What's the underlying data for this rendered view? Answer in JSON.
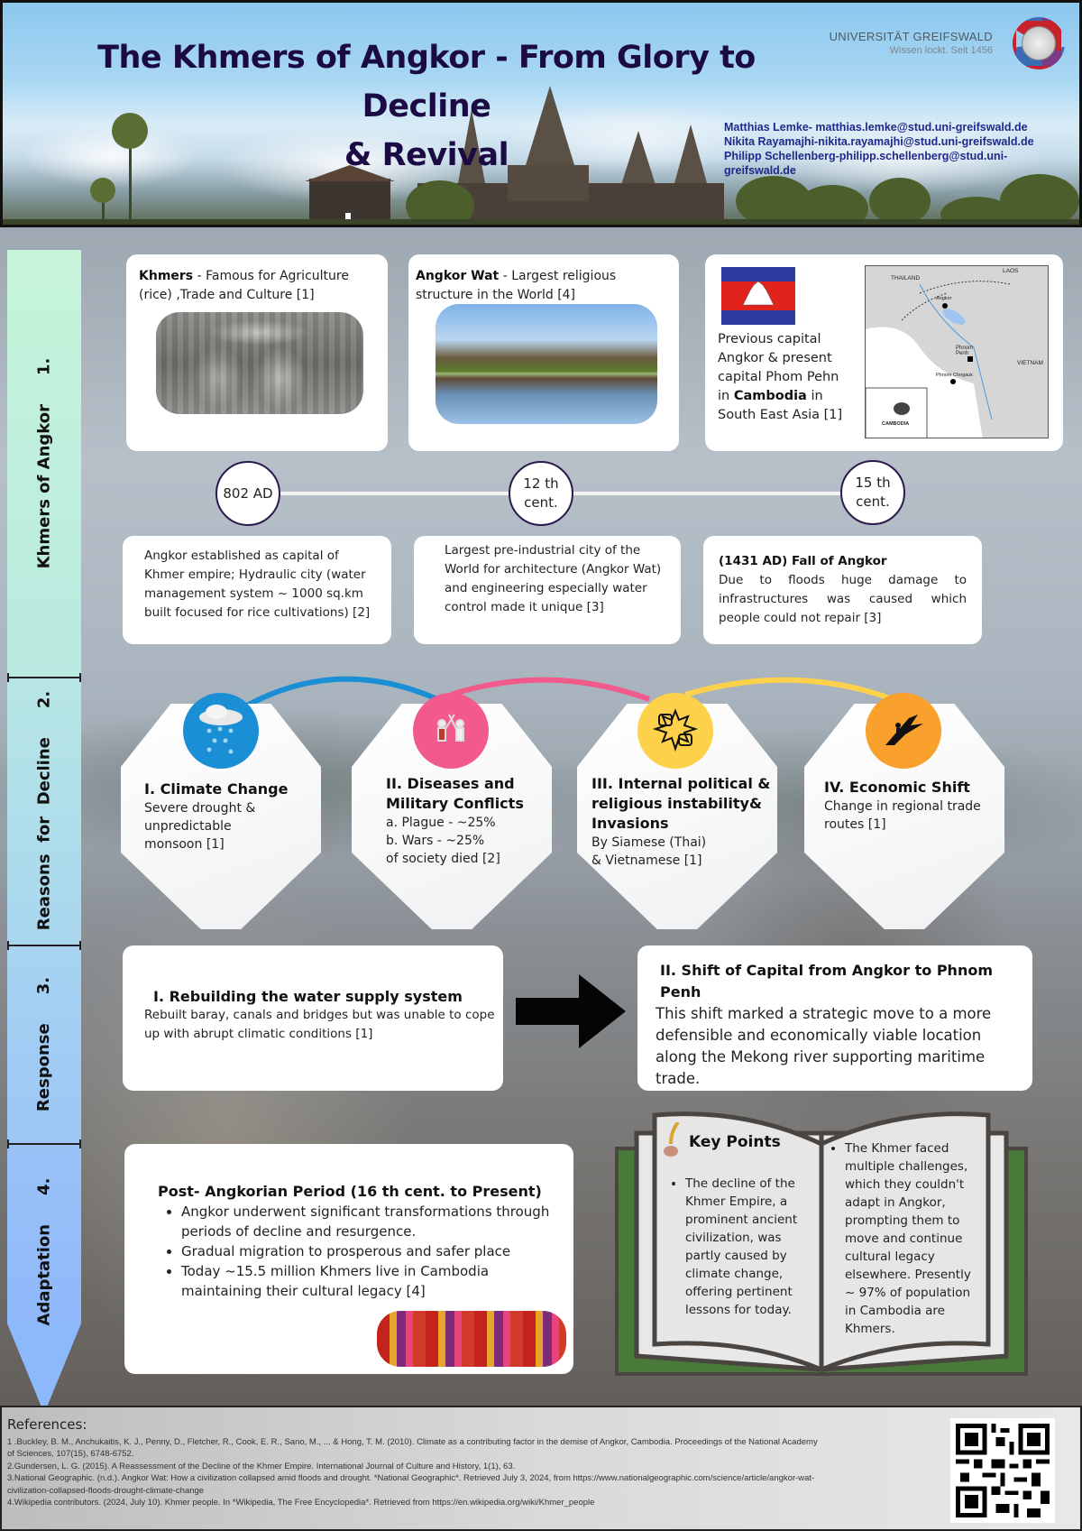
{
  "header": {
    "title_line1": "The Khmers of Angkor - From Glory to Decline",
    "title_line2": "&  Revival",
    "university": "UNIVERSITÄT GREIFSWALD",
    "motto": "Wissen lockt. Seit 1456",
    "authors": [
      "Matthias Lemke- matthias.lemke@stud.uni-greifswald.de",
      "Nikita Rayamajhi-nikita.rayamajhi@stud.uni-greifswald.de",
      "Philipp Schellenberg-philipp.schellenberg@stud.uni-greifswald.de"
    ]
  },
  "sidebar": {
    "sections": [
      {
        "num": "1.",
        "label": "Khmers of Angkor"
      },
      {
        "num": "2.",
        "label": "Reasons  for  Decline"
      },
      {
        "num": "3.",
        "label": "Response"
      },
      {
        "num": "4.",
        "label": "Adaptation"
      }
    ]
  },
  "section1": {
    "cards": [
      {
        "bold": "Khmers",
        "text": " - Famous for Agriculture (rice) ,Trade and Culture [1]"
      },
      {
        "bold": "Angkor Wat",
        "text": " - Largest religious structure in the World  [4]"
      },
      {
        "pre": "Previous capital Angkor & present capital Phom Pehn in ",
        "bold": "Cambodia",
        "post": " in South East Asia [1]"
      }
    ],
    "map_labels": {
      "thailand": "THAILAND",
      "laos": "LAOS",
      "vietnam": "VIETNAM",
      "cambodia": "CAMBODIA",
      "angkor": "Angkor",
      "phnom_penh": "Phnom Penh",
      "phnom_chngauk": "Phnom Chngauk"
    },
    "timeline": [
      {
        "label": "802 AD",
        "text": "Angkor established as capital of Khmer empire; Hydraulic city (water management system  ~ 1000 sq.km built  focused for rice cultivations) [2]"
      },
      {
        "label": "12 th cent.",
        "text": "Largest pre-industrial city of the World for architecture (Angkor Wat) and engineering especially water control made it unique [3]"
      },
      {
        "label": "15 th cent.",
        "heading": "(1431 AD)  Fall of Angkor",
        "text": "Due to floods huge  damage to infrastructures was caused which people could not repair [3]"
      }
    ]
  },
  "section2": {
    "colors": [
      "#1a8fd6",
      "#f25a8c",
      "#fdd14a",
      "#f9a12c"
    ],
    "reasons": [
      {
        "icon": "rain-cloud-icon",
        "title": "I. Climate Change",
        "lines": [
          "Severe drought &",
          "unpredictable",
          "monsoon [1]"
        ]
      },
      {
        "icon": "knights-fighting-icon",
        "title": "II. Diseases and Military Conflicts",
        "lines": [
          "a. Plague - ~25%",
          "b. Wars - ~25%",
          "of society died [2]"
        ]
      },
      {
        "icon": "fists-clash-icon",
        "title": "III. Internal political & religious instability& Invasions",
        "lines": [
          "By Siamese (Thai)",
          "& Vietnamese  [1]"
        ]
      },
      {
        "icon": "path-shift-icon",
        "title": "IV. Economic Shift",
        "lines": [
          "Change in  regional trade routes [1]"
        ]
      }
    ]
  },
  "section3": {
    "left": {
      "title": "I. Rebuilding the water supply system",
      "text": "Rebuilt baray, canals and bridges  but was unable to cope up with abrupt climatic conditions [1]"
    },
    "right": {
      "title": "II. Shift of Capital from Angkor to Phnom Penh",
      "text": "This shift marked a strategic move to a more defensible and economically viable location along the Mekong river supporting maritime trade."
    }
  },
  "section4": {
    "title": "Post- Angkorian Period (16 th cent. to Present)",
    "bullets": [
      "Angkor underwent significant transformations through periods of decline and resurgence.",
      "Gradual migration to prosperous  and safer place",
      "Today ~15.5 million Khmers live in Cambodia maintaining their cultural legacy [4]"
    ]
  },
  "key_points": {
    "title": "Key Points",
    "left": "The decline of the Khmer Empire, a prominent ancient civilization, was partly caused by climate change, offering pertinent lessons for today.",
    "right": "The Khmer faced multiple challenges, which they couldn't adapt in Angkor, prompting them to move and continue cultural legacy elsewhere. Presently ~ 97% of population in Cambodia  are Khmers."
  },
  "references": {
    "title": "References:",
    "items": [
      "1 .Buckley, B. M., Anchukaitis, K. J., Penny, D., Fletcher, R., Cook, E. R., Sano, M., ... & Hong, T. M. (2010). Climate as a contributing factor in the demise of Angkor, Cambodia. Proceedings of the National Academy of Sciences, 107(15), 6748-6752.",
      "2.Gundersen, L. G. (2015). A Reassessment of the Decline of the Khmer Empire. International Journal of Culture and History, 1(1), 63.",
      "3.National Geographic. (n.d.). Angkor Wat: How a civilization collapsed amid floods and drought. *National Geographic*. Retrieved July 3, 2024, from https://www.nationalgeographic.com/science/article/angkor-wat-civilization-collapsed-floods-drought-climate-change",
      "4.Wikipedia contributors. (2024, July 10). Khmer people. In *Wikipedia, The Free Encyclopedia*. Retrieved from https://en.wikipedia.org/wiki/Khmer_people"
    ]
  }
}
